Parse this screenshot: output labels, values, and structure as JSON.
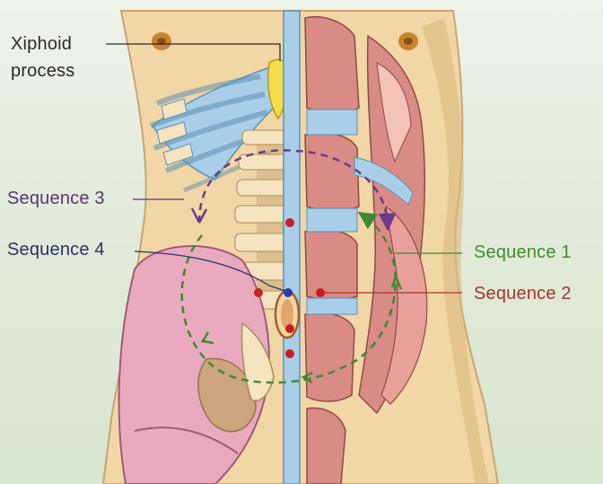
{
  "labels": {
    "xiphoid_line1": "Xiphoid",
    "xiphoid_line2": "process",
    "sequence_3": "Sequence 3",
    "sequence_4": "Sequence 4",
    "sequence_1": "Sequence 1",
    "sequence_2": "Sequence 2"
  },
  "colors": {
    "skin": "#f1d7a6",
    "skin_shadow": "#dcb97f",
    "rib_blue": "#a9cfe8",
    "muscle_red": "#d98b86",
    "muscle_light": "#f3c2b8",
    "bone": "#f4e4c0",
    "pelvis_pink": "#e9a9bf",
    "xiphoid_yellow": "#f3dc4a",
    "sequence_1_green": "#3f8a2e",
    "sequence_2_red": "#c81e22",
    "sequence_3_purple": "#6b3b8a",
    "sequence_4_blue": "#2c3aa6"
  },
  "icons": {
    "navel": "navel-icon",
    "nipple": "nipple-icon",
    "point": "point-marker-icon"
  }
}
